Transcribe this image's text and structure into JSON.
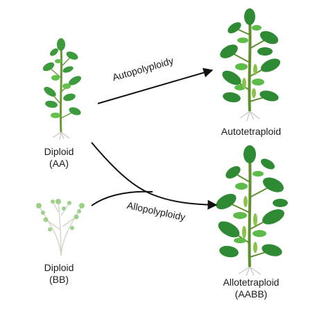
{
  "plants": {
    "diploid_aa": {
      "name": "Diploid",
      "genome": "(AA)"
    },
    "diploid_bb": {
      "name": "Diploid",
      "genome": "(BB)"
    },
    "autotetraploid": {
      "name": "Autotetraploid"
    },
    "allotetraploid": {
      "name": "Allotetraploid",
      "genome": "(AABB)"
    }
  },
  "processes": {
    "auto": "Autopolyploidy",
    "allo": "Allopolyploidy"
  },
  "colors": {
    "leaf_dark": "#2f8a34",
    "leaf_light": "#5dbb4a",
    "stem": "#6a9a35",
    "arrow": "#111111",
    "bb_leaf": "#9fd08a"
  }
}
